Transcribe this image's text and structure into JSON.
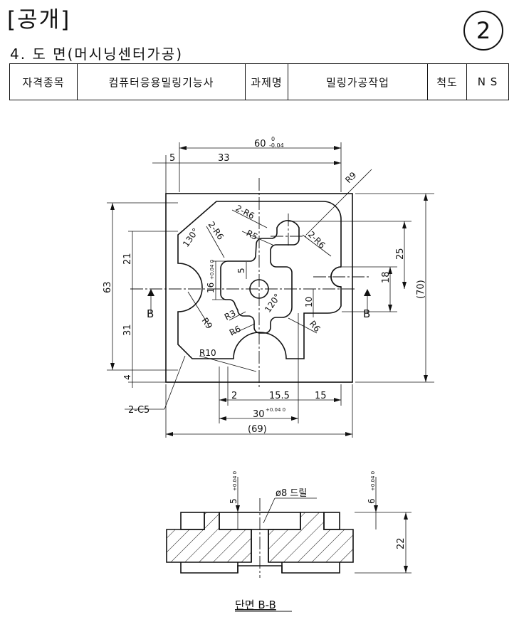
{
  "header": {
    "title": "[공개]",
    "subtitle": "4. 도 면(머시닝센터가공)",
    "sheet_number": "2"
  },
  "info_table": {
    "label_subject": "자격종목",
    "value_subject": "컴퓨터응용밀링기능사",
    "label_task": "과제명",
    "value_task": "밀링가공작업",
    "label_scale": "척도",
    "value_scale": "N S"
  },
  "top_view": {
    "dim_60": "60",
    "tol_60_upper": "0",
    "tol_60_lower": "-0.04",
    "dim_5": "5",
    "dim_33": "33",
    "r9_top": "R9",
    "r6_top": "2-R6",
    "r5": "R5",
    "angle_130": "130°",
    "r6_left": "2-R6",
    "r6_right": "2-R6",
    "dim_25": "25",
    "dim_18": "18",
    "dim_70": "(70)",
    "dim_63": "63",
    "dim_21": "21",
    "dim_31": "31",
    "dim_4": "4",
    "dim_5_v": "5",
    "dim_16": "16",
    "tol_16": "+0.04 0",
    "section_mark_left": "B",
    "section_mark_right": "B",
    "angle_120": "120°",
    "dim_10": "10",
    "r3": "R3",
    "r6_a": "R6",
    "r6_b": "R6",
    "r9_left": "R9",
    "r10": "R10",
    "chamfer": "2-C5",
    "dim_2": "2",
    "dim_15_5": "15.5",
    "dim_15": "15",
    "dim_30": "30",
    "tol_30": "+0.04 0",
    "dim_69": "(69)"
  },
  "section_view": {
    "dim_5": "5",
    "tol_5": "+0.04 0",
    "drill": "ø8 드릴",
    "dim_6": "6",
    "tol_6": "+0.04 0",
    "dim_22": "22",
    "caption": "단면 B-B"
  }
}
